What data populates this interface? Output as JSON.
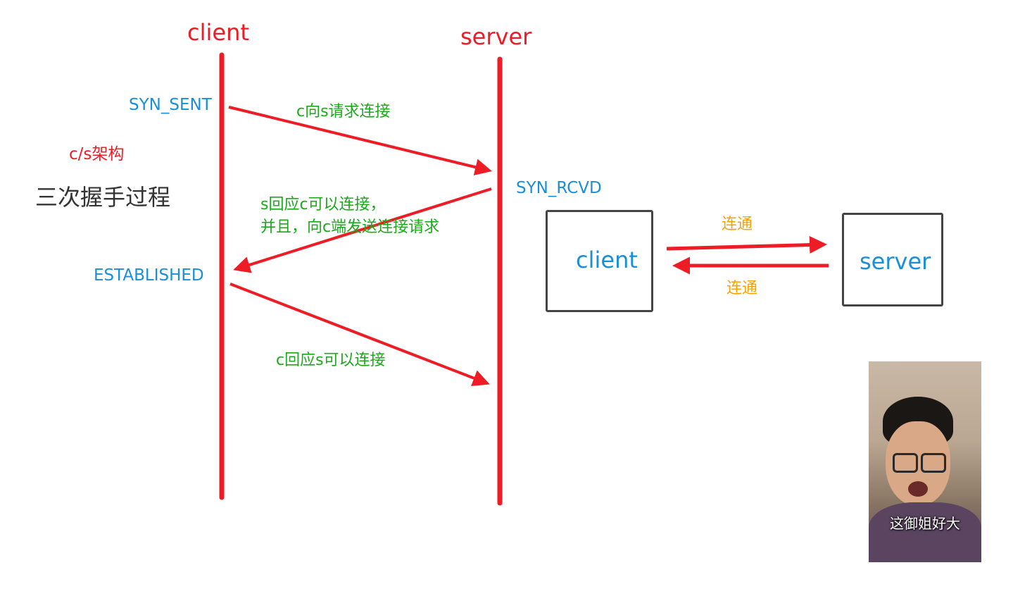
{
  "lifelines": {
    "client_title": "client",
    "server_title": "server"
  },
  "states": {
    "syn_sent": "SYN_SENT",
    "syn_rcvd": "SYN_RCVD",
    "established": "ESTABLISHED"
  },
  "notes": {
    "cs_architecture": "c/s架构",
    "handshake_title": "三次握手过程"
  },
  "messages": {
    "m1": "c向s请求连接",
    "m2_line1": "s回应c可以连接，",
    "m2_line2": "并且，向c端发送连接请求",
    "m3": "c回应s可以连接"
  },
  "boxes": {
    "client": "client",
    "server": "server",
    "link_top": "连通",
    "link_bottom": "连通"
  },
  "webcam": {
    "caption": "这御姐好大"
  },
  "colors": {
    "line_red": "#ee1c24",
    "state_blue": "#1a8fd8",
    "message_green": "#1aaa1a",
    "link_orange": "#f5a300",
    "box_border": "#444444"
  }
}
